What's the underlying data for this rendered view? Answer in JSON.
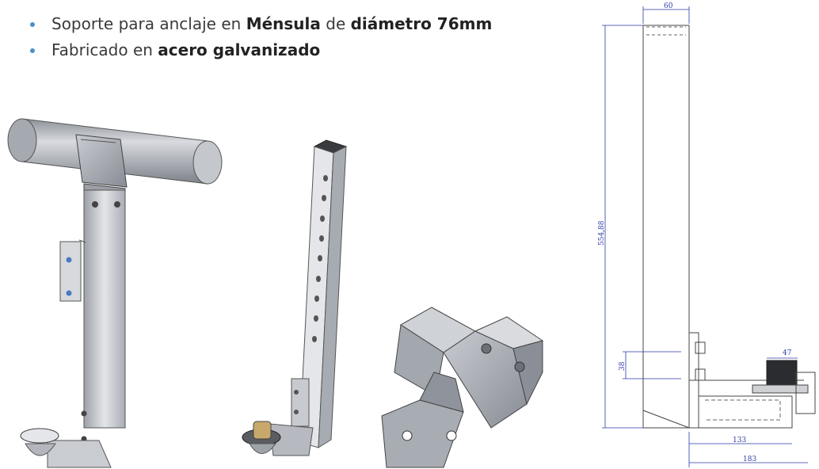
{
  "bullets": [
    {
      "t1": "Soporte para anclaje en ",
      "b1": "Ménsula",
      "t2": " de ",
      "b2": "diámetro 76mm"
    },
    {
      "t1": "Fabricado en ",
      "b1": "acero galvanizado"
    }
  ],
  "drawing": {
    "dim_width": "60",
    "dim_height": "554,88",
    "dim_spacing": "38",
    "dim_knob": "47",
    "dim_base_inner": "133",
    "dim_base_outer": "183"
  },
  "colors": {
    "bullet": "#4a90c8",
    "dimension": "#2b3aa8",
    "steel": "#b9bcc2"
  }
}
